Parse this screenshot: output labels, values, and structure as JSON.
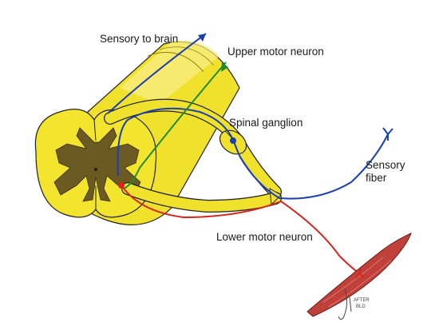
{
  "labels": {
    "sensory_to_brain": "Sensory to brain",
    "upper_motor_neuron": "Upper motor neuron",
    "spinal_ganglion": "Spinal ganglion",
    "sensory_fiber_line1": "Sensory",
    "sensory_fiber_line2": "fiber",
    "lower_motor_neuron": "Lower motor neuron"
  },
  "signature": {
    "line1": "AFTER",
    "line2": "BLD"
  },
  "colors": {
    "cord_yellow": "#f2e62e",
    "cord_shadow": "#cfc21c",
    "grey_matter": "#6b5a22",
    "sensory_pathway": "#1a3fb5",
    "upper_motor_pathway": "#1f8a2e",
    "lower_motor_pathway": "#d8261e",
    "muscle": "#c0403a"
  }
}
